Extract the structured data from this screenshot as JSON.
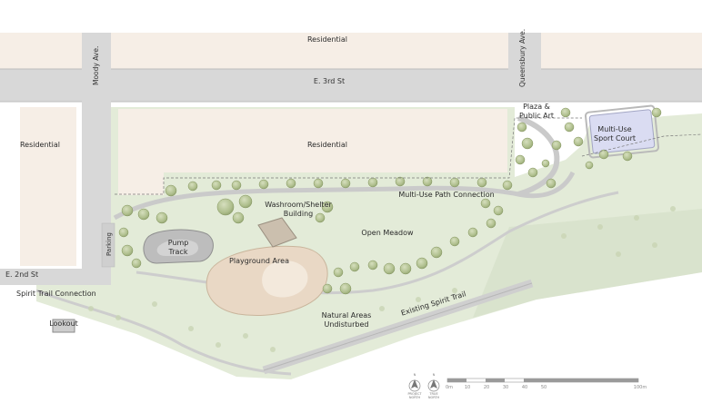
{
  "labels": {
    "residential_top": "Residential",
    "residential_left": "Residential",
    "residential_center": "Residential",
    "moody_ave": "Moody Ave.",
    "queensbury_ave": "Queensbury Ave.",
    "e_3rd_st": "E. 3rd St",
    "e_2nd_st": "E. 2nd St",
    "plaza_public_art": [
      "Plaza &",
      "Public Art"
    ],
    "multi_use_sport_court": [
      "Multi-Use",
      "Sport Court"
    ],
    "multi_use_path_connection": "Multi-Use Path Connection",
    "washroom_shelter": [
      "Washroom/Shelter",
      "Building"
    ],
    "open_meadow": "Open Meadow",
    "parking": "Parking",
    "pump_track": [
      "Pump",
      "Track"
    ],
    "playground_area": "Playground Area",
    "natural_areas": [
      "Natural Areas",
      "Undisturbed"
    ],
    "existing_spirit_trail": "Existing Spirit Trail",
    "spirit_trail_connection": "Spirit Trail Connection",
    "lookout": "Lookout"
  },
  "north_arrows": [
    {
      "top": "N",
      "caption": [
        "PROJECT",
        "NORTH"
      ]
    },
    {
      "top": "N",
      "caption": [
        "TRUE",
        "NORTH"
      ]
    }
  ],
  "scale_bar": {
    "ticks": [
      "0m",
      "10",
      "20",
      "30",
      "40",
      "50",
      "100m"
    ]
  },
  "colors": {
    "road": "#d6d6d6",
    "residential": "#f6eee6",
    "park_green": "#e4ecd9",
    "tree": "#b9c79b",
    "path": "#c9c9c9",
    "sport_court": "#d9dcf2",
    "playground": "#e8d6c2"
  }
}
